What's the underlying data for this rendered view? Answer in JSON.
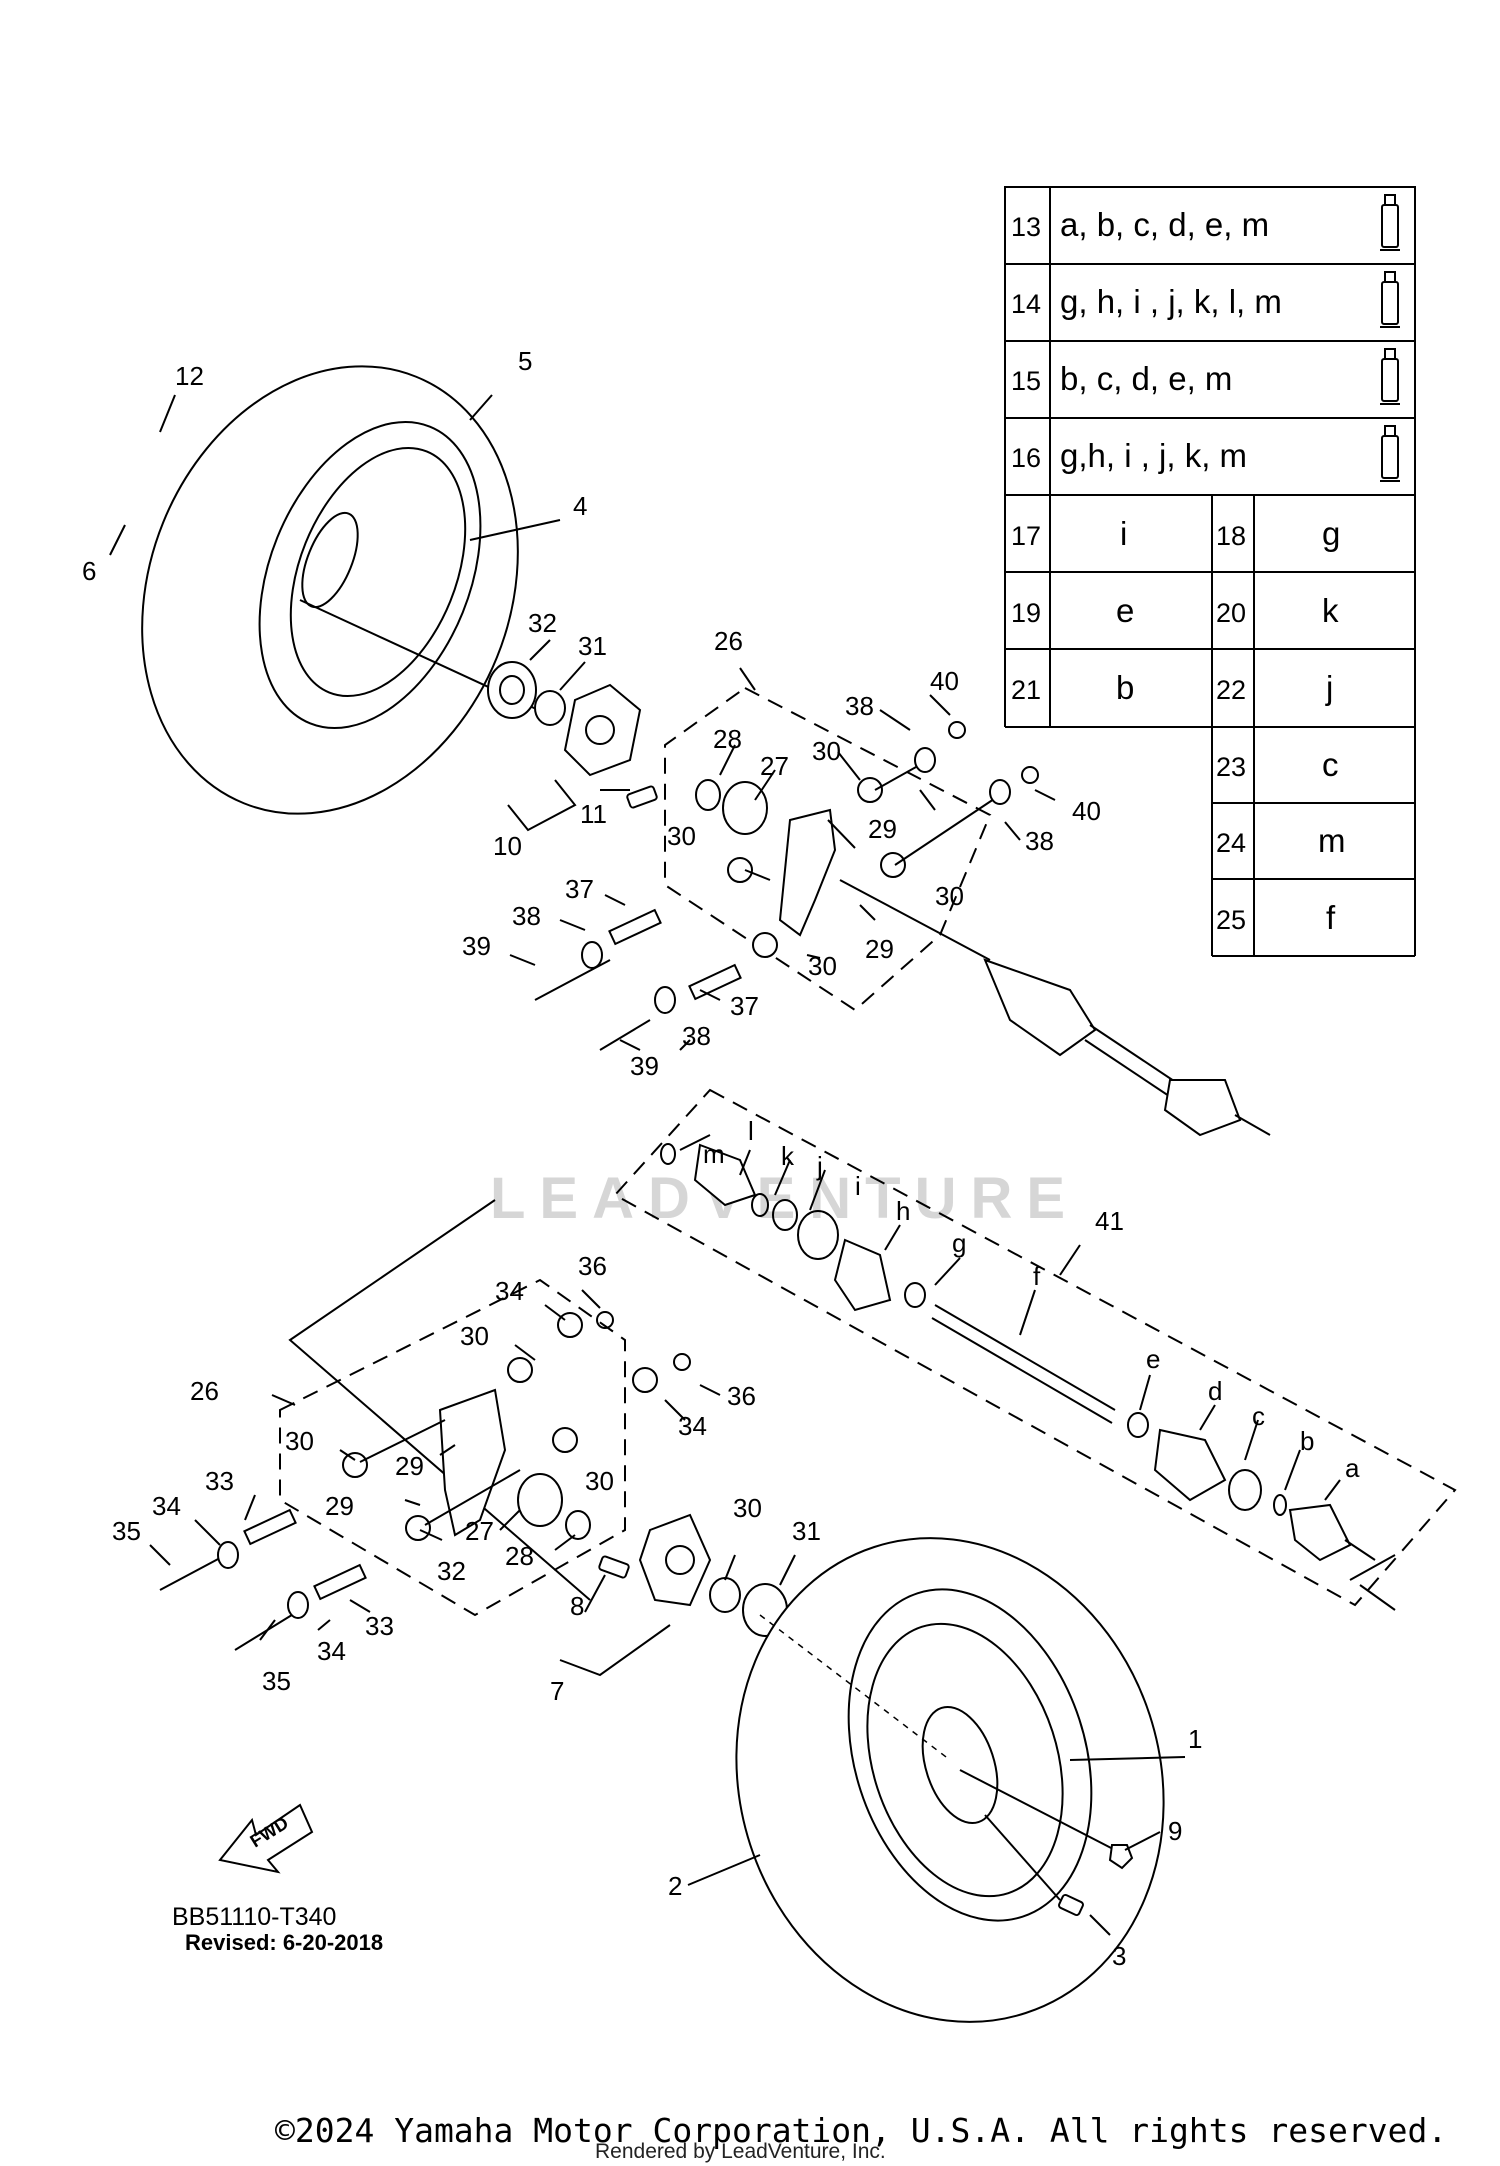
{
  "diagram": {
    "reference_code": "BB51110-T340",
    "revised": "Revised: 6-20-2018",
    "fwd_label": "FWD",
    "copyright": "©2024 Yamaha Motor Corporation, U.S.A. All rights reserved.",
    "rendered_by": "Rendered by LeadVenture, Inc.",
    "watermark": "LEADVENTURE"
  },
  "lubricant_table": {
    "rows": [
      {
        "num": "13",
        "parts": "a, b, c, d, e, m"
      },
      {
        "num": "14",
        "parts": "g, h, i , j, k, l, m"
      },
      {
        "num": "15",
        "parts": "b, c, d, e, m"
      },
      {
        "num": "16",
        "parts": "g,h, i , j, k, m"
      }
    ],
    "pairs_left": [
      {
        "num": "17",
        "part": "i"
      },
      {
        "num": "19",
        "part": "e"
      },
      {
        "num": "21",
        "part": "b"
      }
    ],
    "pairs_right": [
      {
        "num": "18",
        "part": "g"
      },
      {
        "num": "20",
        "part": "k"
      },
      {
        "num": "22",
        "part": "j"
      },
      {
        "num": "23",
        "part": "c"
      },
      {
        "num": "24",
        "part": "m"
      },
      {
        "num": "25",
        "part": "f"
      }
    ]
  },
  "callouts": [
    "12",
    "5",
    "4",
    "6",
    "32",
    "31",
    "26",
    "40",
    "38",
    "28",
    "27",
    "30",
    "11",
    "10",
    "29",
    "30",
    "38",
    "40",
    "37",
    "30",
    "38",
    "39",
    "29",
    "30",
    "37",
    "38",
    "39",
    "m",
    "l",
    "k",
    "j",
    "i",
    "h",
    "41",
    "g",
    "f",
    "e",
    "d",
    "c",
    "b",
    "a",
    "36",
    "34",
    "30",
    "26",
    "36",
    "34",
    "30",
    "29",
    "33",
    "34",
    "29",
    "35",
    "30",
    "27",
    "28",
    "30",
    "31",
    "32",
    "33",
    "34",
    "35",
    "8",
    "7",
    "1",
    "9",
    "2",
    "3"
  ]
}
